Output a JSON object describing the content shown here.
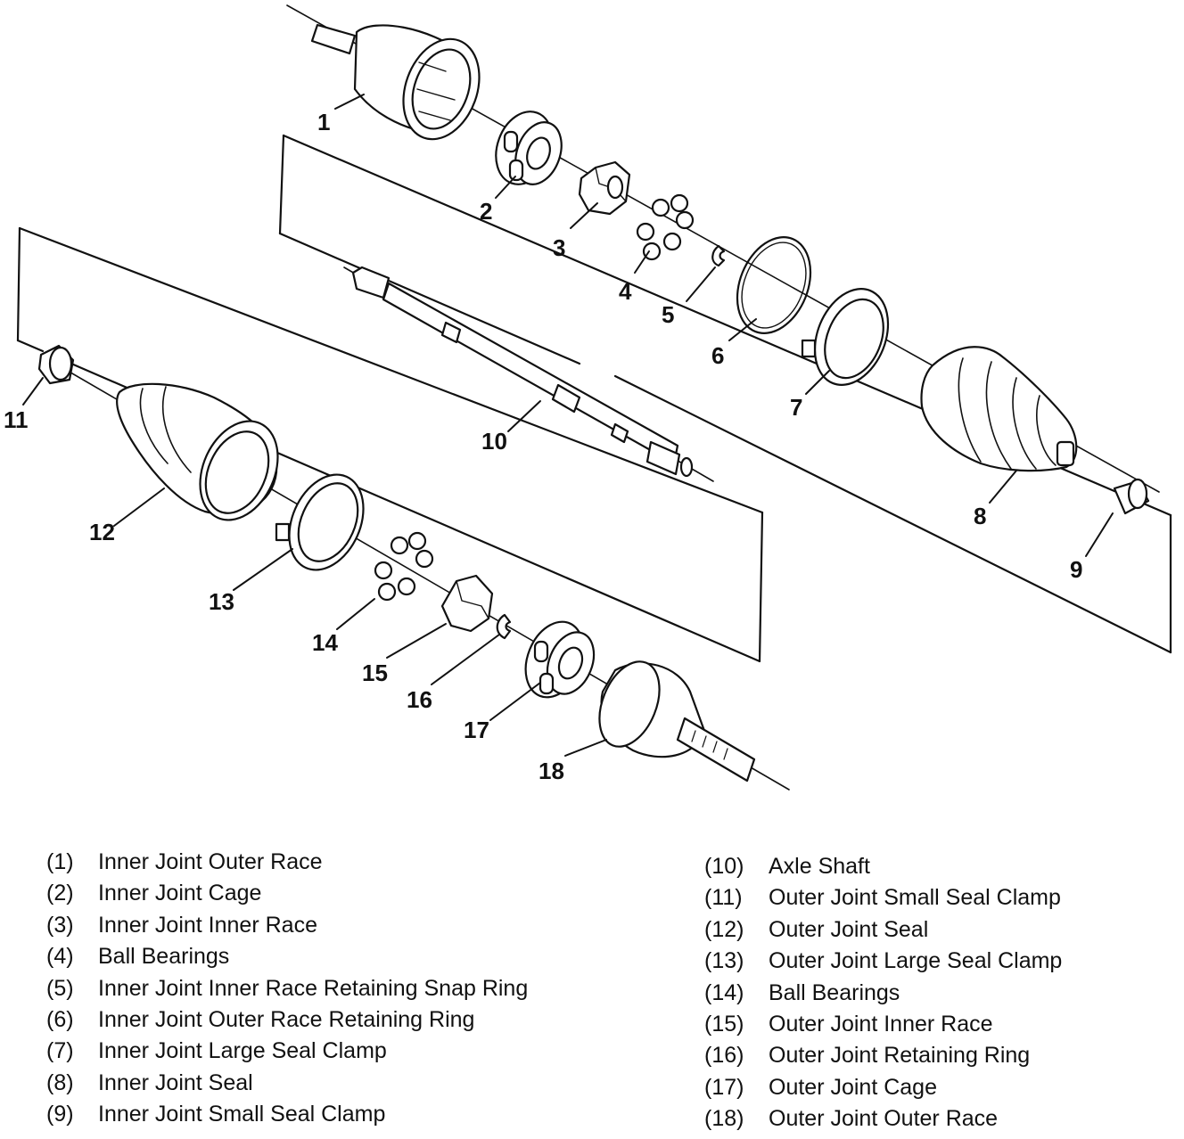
{
  "callouts": [
    "1",
    "2",
    "3",
    "4",
    "5",
    "6",
    "7",
    "8",
    "9",
    "10",
    "11",
    "12",
    "13",
    "14",
    "15",
    "16",
    "17",
    "18"
  ],
  "legend_left": [
    {
      "num": "(1)",
      "label": "Inner Joint Outer Race"
    },
    {
      "num": "(2)",
      "label": "Inner Joint Cage"
    },
    {
      "num": "(3)",
      "label": "Inner Joint Inner Race"
    },
    {
      "num": "(4)",
      "label": "Ball Bearings"
    },
    {
      "num": "(5)",
      "label": "Inner Joint Inner Race Retaining Snap Ring"
    },
    {
      "num": "(6)",
      "label": "Inner Joint Outer Race Retaining Ring"
    },
    {
      "num": "(7)",
      "label": "Inner Joint Large Seal Clamp"
    },
    {
      "num": "(8)",
      "label": "Inner Joint Seal"
    },
    {
      "num": "(9)",
      "label": "Inner Joint Small Seal Clamp"
    }
  ],
  "legend_right": [
    {
      "num": "(10)",
      "label": "Axle Shaft"
    },
    {
      "num": "(11)",
      "label": "Outer Joint Small Seal Clamp"
    },
    {
      "num": "(12)",
      "label": "Outer Joint Seal"
    },
    {
      "num": "(13)",
      "label": "Outer Joint Large Seal Clamp"
    },
    {
      "num": "(14)",
      "label": "Ball Bearings"
    },
    {
      "num": "(15)",
      "label": "Outer Joint Inner Race"
    },
    {
      "num": "(16)",
      "label": "Outer Joint Retaining Ring"
    },
    {
      "num": "(17)",
      "label": "Outer Joint Cage"
    },
    {
      "num": "(18)",
      "label": "Outer Joint Outer Race"
    }
  ]
}
